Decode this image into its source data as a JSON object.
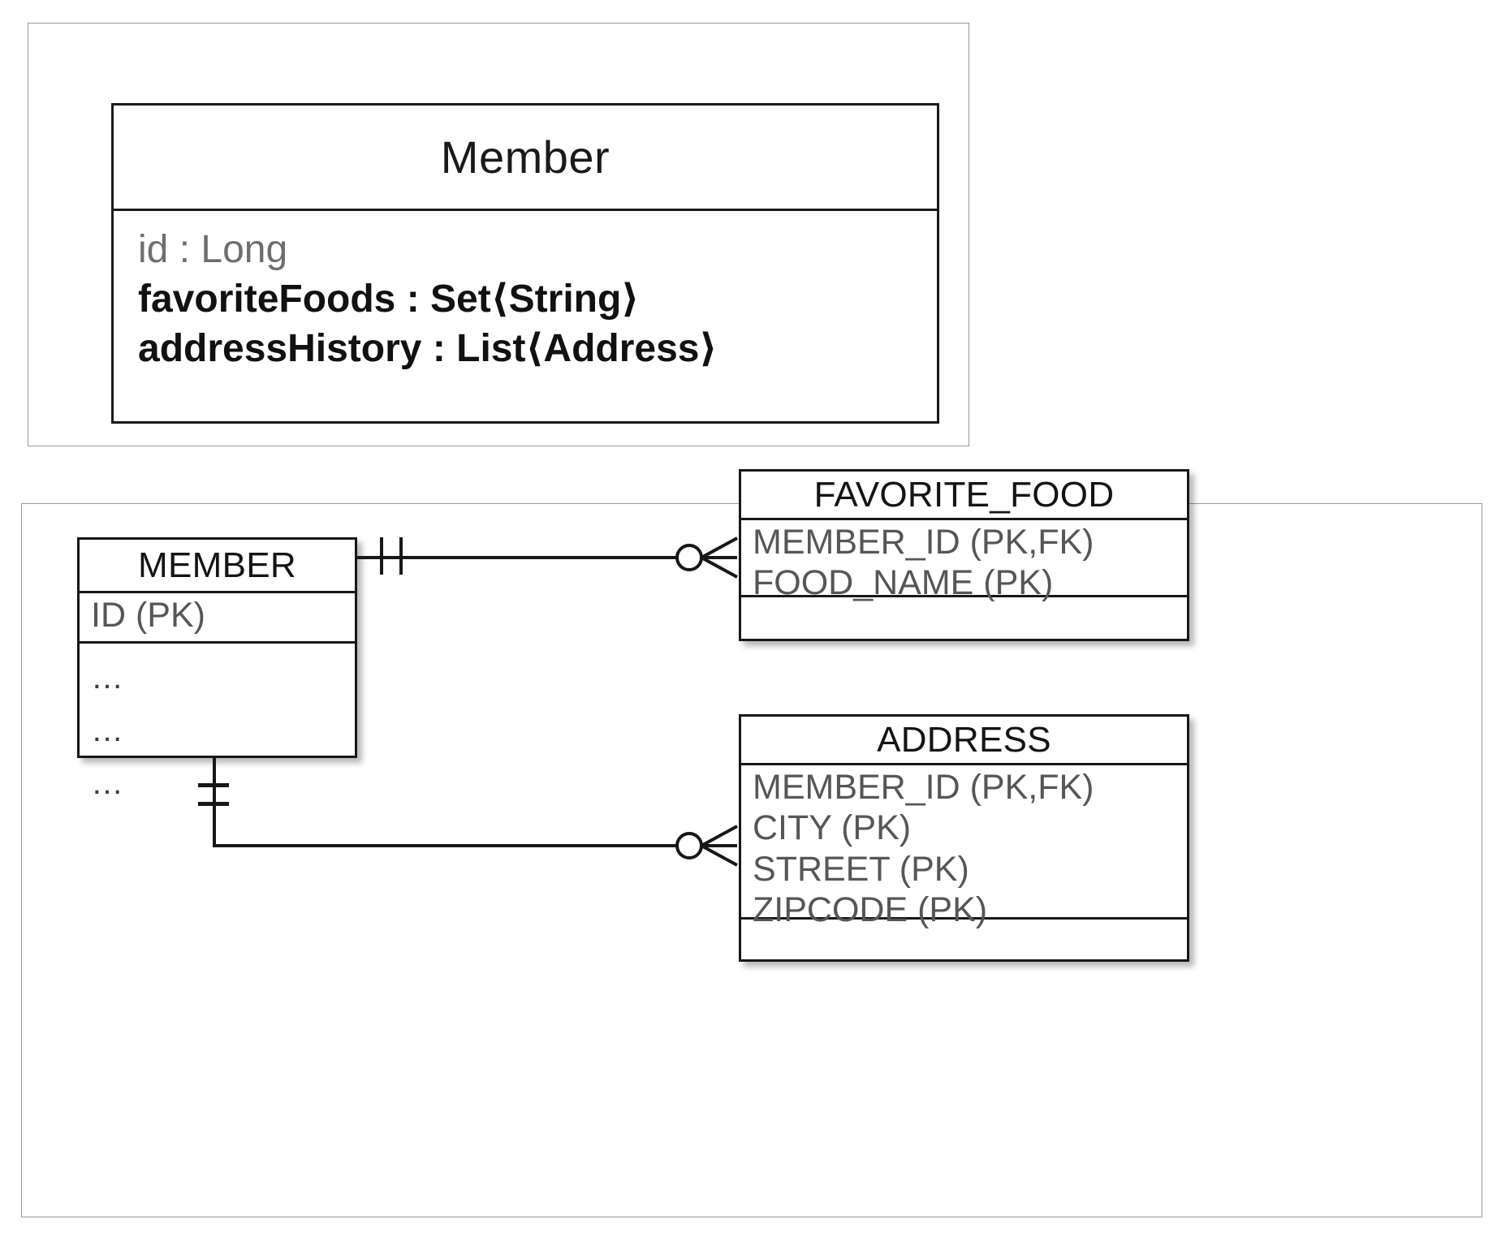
{
  "diagram": {
    "title": "Member entity mapping: object model and relational schema",
    "line_color": "#171717",
    "panel_border_color": "#9a9a9a",
    "text_color": "#565656",
    "heading_color": "#141414"
  },
  "class_panel": {
    "class_box": {
      "name": "Member",
      "attributes": [
        {
          "text": "id : Long",
          "style": "dim"
        },
        {
          "text": "favoriteFoods : Set⟨String⟩",
          "style": "strong"
        },
        {
          "text": "addressHistory : List⟨Address⟩",
          "style": "strong"
        }
      ]
    }
  },
  "er_panel": {
    "tables": [
      {
        "name": "MEMBER",
        "pk_columns": [
          "ID (PK)"
        ],
        "other_columns": [
          "…",
          "…",
          "…"
        ]
      },
      {
        "name": "FAVORITE_FOOD",
        "pk_columns": [
          "MEMBER_ID (PK,FK)",
          "FOOD_NAME (PK)"
        ],
        "other_columns": []
      },
      {
        "name": "ADDRESS",
        "pk_columns": [
          "MEMBER_ID (PK,FK)",
          "CITY (PK)",
          "STREET (PK)",
          "ZIPCODE (PK)"
        ],
        "other_columns": []
      }
    ],
    "relationships": [
      {
        "from": "MEMBER",
        "to": "FAVORITE_FOOD",
        "from_cardinality": "one-and-only-one",
        "to_cardinality": "zero-or-many"
      },
      {
        "from": "MEMBER",
        "to": "ADDRESS",
        "from_cardinality": "one-and-only-one",
        "to_cardinality": "zero-or-many"
      }
    ]
  }
}
